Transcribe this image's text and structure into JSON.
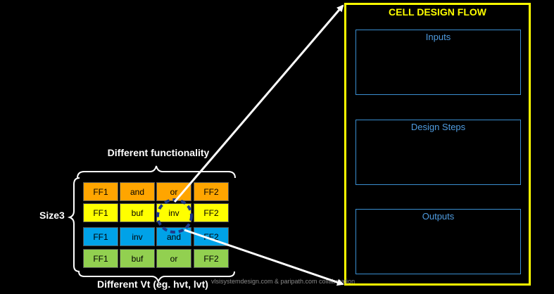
{
  "panel": {
    "title": "CELL DESIGN FLOW",
    "sections": [
      "Inputs",
      "Design Steps",
      "Outputs"
    ]
  },
  "grid": {
    "top_label": "Different functionality",
    "side_label": "Size3",
    "bottom_label": "Different Vt (eg. hvt, lvt)",
    "rows": [
      {
        "color": "#ffa500",
        "cells": [
          "FF1",
          "and",
          "or",
          "FF2"
        ]
      },
      {
        "color": "#ffff00",
        "cells": [
          "FF1",
          "buf",
          "inv",
          "FF2"
        ]
      },
      {
        "color": "#00a2e8",
        "cells": [
          "FF1",
          "inv",
          "and",
          "FF2"
        ]
      },
      {
        "color": "#92d050",
        "cells": [
          "FF1",
          "buf",
          "or",
          "FF2"
        ]
      }
    ]
  },
  "watermark": "vlsisystemdesign.com & paripath.com collaboration",
  "colors": {
    "panel_border": "#ffff00",
    "section_border": "#3a8ed0",
    "section_text": "#4f9bdf",
    "highlight": "#1f3a8a"
  }
}
